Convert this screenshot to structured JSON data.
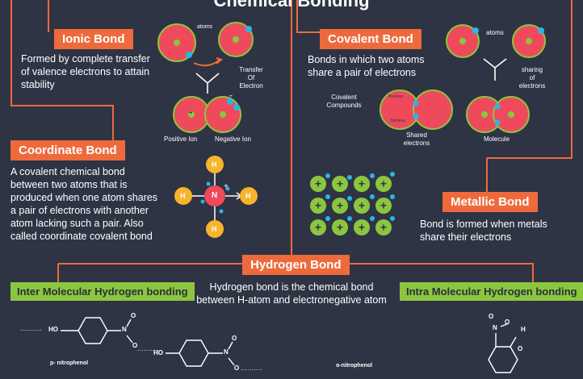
{
  "title": "Chemical Bonding",
  "colors": {
    "background": "#2e3444",
    "orange": "#ee6a3c",
    "green": "#8cc63f",
    "atom": "#ee4a5c",
    "electron": "#29b6e8",
    "hydrogen": "#f7b42c"
  },
  "ionic": {
    "title": "Ionic Bond",
    "desc": [
      "Formed by complete transfer",
      "of valence electrons to attain",
      "stability"
    ],
    "atoms_label": "atoms",
    "transfer_label": [
      "Transfer",
      "Of",
      "Electron"
    ],
    "positive_ion": "Positive Ion",
    "negative_ion": "Negative Ion"
  },
  "covalent": {
    "title": "Covalent Bond",
    "desc": [
      "Bonds in which two atoms",
      "share a pair of electrons"
    ],
    "atoms_label": "atoms",
    "sharing_label": [
      "sharing",
      "of",
      "electrons"
    ],
    "compounds_label": [
      "Covalent",
      "Compounds"
    ],
    "shared_label": [
      "Shared",
      "electrons"
    ],
    "nucleus_label": "Nucleus",
    "molecule_label": "Molecule"
  },
  "coordinate": {
    "title": "Coordinate Bond",
    "desc": [
      "A covalent chemical bond",
      "between two atoms that is",
      "produced when one atom shares",
      "a pair of electrons with another",
      "atom lacking such a pair. Also",
      "called coordinate covalent bond"
    ],
    "center_atom": "N",
    "h_atom": "H",
    "plus": "+"
  },
  "metallic": {
    "title": "Metallic Bond",
    "desc": [
      "Bond is formed when metals",
      "share their electrons"
    ],
    "plus": "+",
    "minus": "–"
  },
  "hydrogen": {
    "title": "Hydrogen Bond",
    "desc": [
      "Hydrogen bond is the chemical bond",
      "between H-atom and electronegative atom"
    ],
    "inter": "Inter Molecular Hydrogen bonding",
    "intra": "Intra Molecular Hydrogen bonding",
    "p_nitro": "p- nitrophenol",
    "o_nitro": "o-nitrophenol",
    "ho": "HO",
    "o": "O",
    "n": "N",
    "h": "H",
    "dots_left": "··········",
    "dots_right": "··········"
  },
  "symbols": {
    "plus": "+",
    "minus": "–"
  }
}
